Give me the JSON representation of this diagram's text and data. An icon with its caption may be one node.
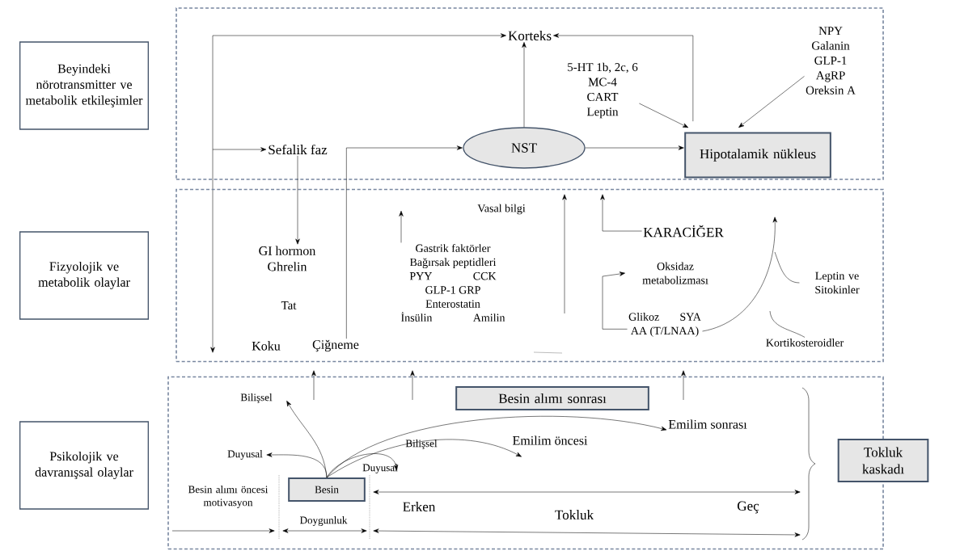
{
  "diagram": {
    "nodes": [
      {
        "text": [
          "Beyindeki nörotransmitter ve metabolik etkileşimler"
        ]
      },
      {
        "text": [
          "Fizyolojik ve metabolik olaylar"
        ]
      },
      {
        "text": [
          "Psikolojik ve davranışsal olaylar"
        ]
      },
      {
        "text": [],
        "shape": "box"
      },
      {
        "text": [],
        "shape": "box"
      },
      {
        "text": [],
        "shape": "box"
      },
      {
        "text": [
          "Korteks"
        ],
        "in": 3
      },
      {
        "text": [
          "Sefalik faz"
        ],
        "in": 3
      },
      {
        "text": [
          "NST"
        ],
        "in": 3
      },
      {
        "text": [
          "Hipotalamik nükleus"
        ],
        "in": 3
      },
      {
        "text": [
          "5-HT 1b, 2c, 6",
          "MC-4",
          "CART",
          "Leptin"
        ],
        "in": 3
      },
      {
        "text": [
          "NPY",
          "Galanin",
          "GLP-1",
          "AgRP",
          "Oreksin A"
        ],
        "in": 3
      },
      {
        "text": [
          "GI hormon",
          "Ghrelin"
        ],
        "in": 4
      },
      {
        "text": [
          "Tat"
        ],
        "in": 4
      },
      {
        "text": [
          "Koku"
        ],
        "in": 4
      },
      {
        "text": [
          "Çiğneme"
        ],
        "in": 4
      },
      {
        "text": [
          "Gastrik faktörler",
          "Bağırsak peptidleri",
          "PYY",
          "CCK",
          "GLP-1 GRP",
          "Enterostatin",
          "İnsülin",
          "Amilin"
        ],
        "in": 4
      },
      {
        "text": [
          "KARACİĞER"
        ],
        "in": 4
      },
      {
        "text": [
          "Oksidaz metabolizması"
        ],
        "in": 4
      },
      {
        "text": [
          "Glikoz",
          "SYA",
          "AA (T/LNAA)"
        ],
        "in": 4
      },
      {
        "text": [
          "Leptin ve Sitokinler"
        ],
        "in": 4
      },
      {
        "text": [
          "Kortikosteroidler"
        ],
        "in": 4
      },
      {
        "text": [
          "Besin alımı sonrası"
        ],
        "in": 5
      },
      {
        "text": [
          "Emilim sonrası"
        ],
        "in": 5
      },
      {
        "text": [
          "Emilim öncesi"
        ],
        "in": 5
      },
      {
        "text": [
          "Bilişsel"
        ],
        "in": 5
      },
      {
        "text": [
          "Duyusal"
        ],
        "in": 5
      },
      {
        "text": [
          "Bilişsel"
        ],
        "in": 5
      },
      {
        "text": [
          "Duyusal"
        ],
        "in": 5
      },
      {
        "text": [
          "Besin"
        ],
        "in": 5
      },
      {
        "text": [
          "Besin alımı öncesi motivasyon"
        ],
        "in": 5
      },
      {
        "text": [
          "Doygunluk"
        ],
        "in": 5
      },
      {
        "text": [
          "Erken"
        ],
        "in": 5
      },
      {
        "text": [
          "Tokluk"
        ],
        "in": 5
      },
      {
        "text": [
          "Geç"
        ],
        "in": 5
      },
      {
        "text": [
          "Tokluk kaskadı"
        ]
      }
    ],
    "edges": [
      {
        "from": null,
        "to": 6,
        "arrow": "to"
      },
      {
        "from": null,
        "to": 7,
        "arrow": "to"
      },
      {
        "from": 7,
        "to": 12,
        "arrow": "to"
      },
      {
        "from": 15,
        "to": 8,
        "arrow": "to"
      },
      {
        "from": 8,
        "to": 6,
        "arrow": "to"
      },
      {
        "from": 8,
        "to": 9,
        "arrow": "to"
      },
      {
        "from": 9,
        "to": 6,
        "arrow": "to"
      },
      {
        "from": 10,
        "to": 9,
        "arrow": "to"
      },
      {
        "from": 11,
        "to": 9,
        "arrow": "to"
      },
      {
        "from": 16,
        "to": null,
        "arrow": "to"
      },
      {
        "from": 17,
        "to": null,
        "arrow": "to"
      },
      {
        "from": 19,
        "to": 18,
        "arrow": "to"
      },
      {
        "from": 19,
        "to": null,
        "arrow": "to"
      },
      {
        "from": 20,
        "to": null,
        "arrow": "none"
      },
      {
        "from": 21,
        "to": null,
        "arrow": "none"
      },
      {
        "from": 29,
        "to": 25,
        "arrow": "to"
      },
      {
        "from": 29,
        "to": 26,
        "arrow": "to"
      },
      {
        "from": 29,
        "to": 28,
        "arrow": "to"
      },
      {
        "from": 29,
        "to": 24,
        "arrow": "to"
      },
      {
        "from": 29,
        "to": 23,
        "arrow": "to"
      }
    ],
    "labels": [
      "Vasal bilgi"
    ]
  }
}
